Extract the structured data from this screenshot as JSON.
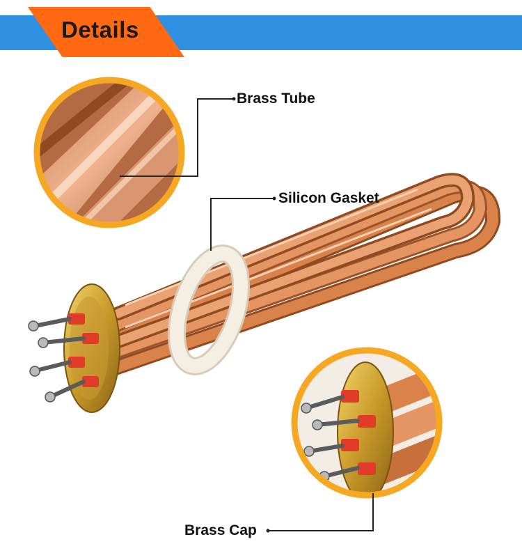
{
  "header": {
    "title": "Details"
  },
  "labels": {
    "brass_tube": "Brass Tube",
    "silicon_gasket": "Silicon Gasket",
    "brass_cap": "Brass Cap"
  },
  "colors": {
    "banner_blue": "#2f8fe0",
    "tag_orange": "#ff6a12",
    "copper": "#d9824a",
    "ring_yellow": "#f6a823",
    "gasket": "#f3eadc"
  }
}
